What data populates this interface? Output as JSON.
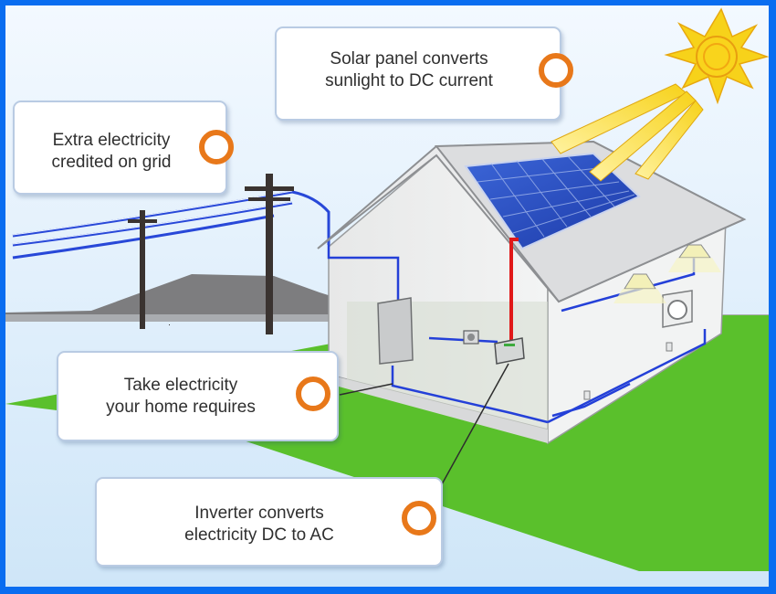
{
  "callouts": {
    "solar": [
      "Solar panel converts",
      "sunlight to DC current"
    ],
    "grid": [
      "Extra electricity",
      "credited on grid"
    ],
    "home": [
      "Take electricity",
      "your home requires"
    ],
    "inverter": [
      "Inverter converts",
      "electricity DC to AC"
    ]
  },
  "colors": {
    "frame": "#0a6df0",
    "sky": "#ddeefa",
    "lawn": "#5ac02c",
    "ring": "#e8781a",
    "dc_wire": "#e01818",
    "ac_wire": "#2440d8",
    "sun": "#f7d21a"
  }
}
